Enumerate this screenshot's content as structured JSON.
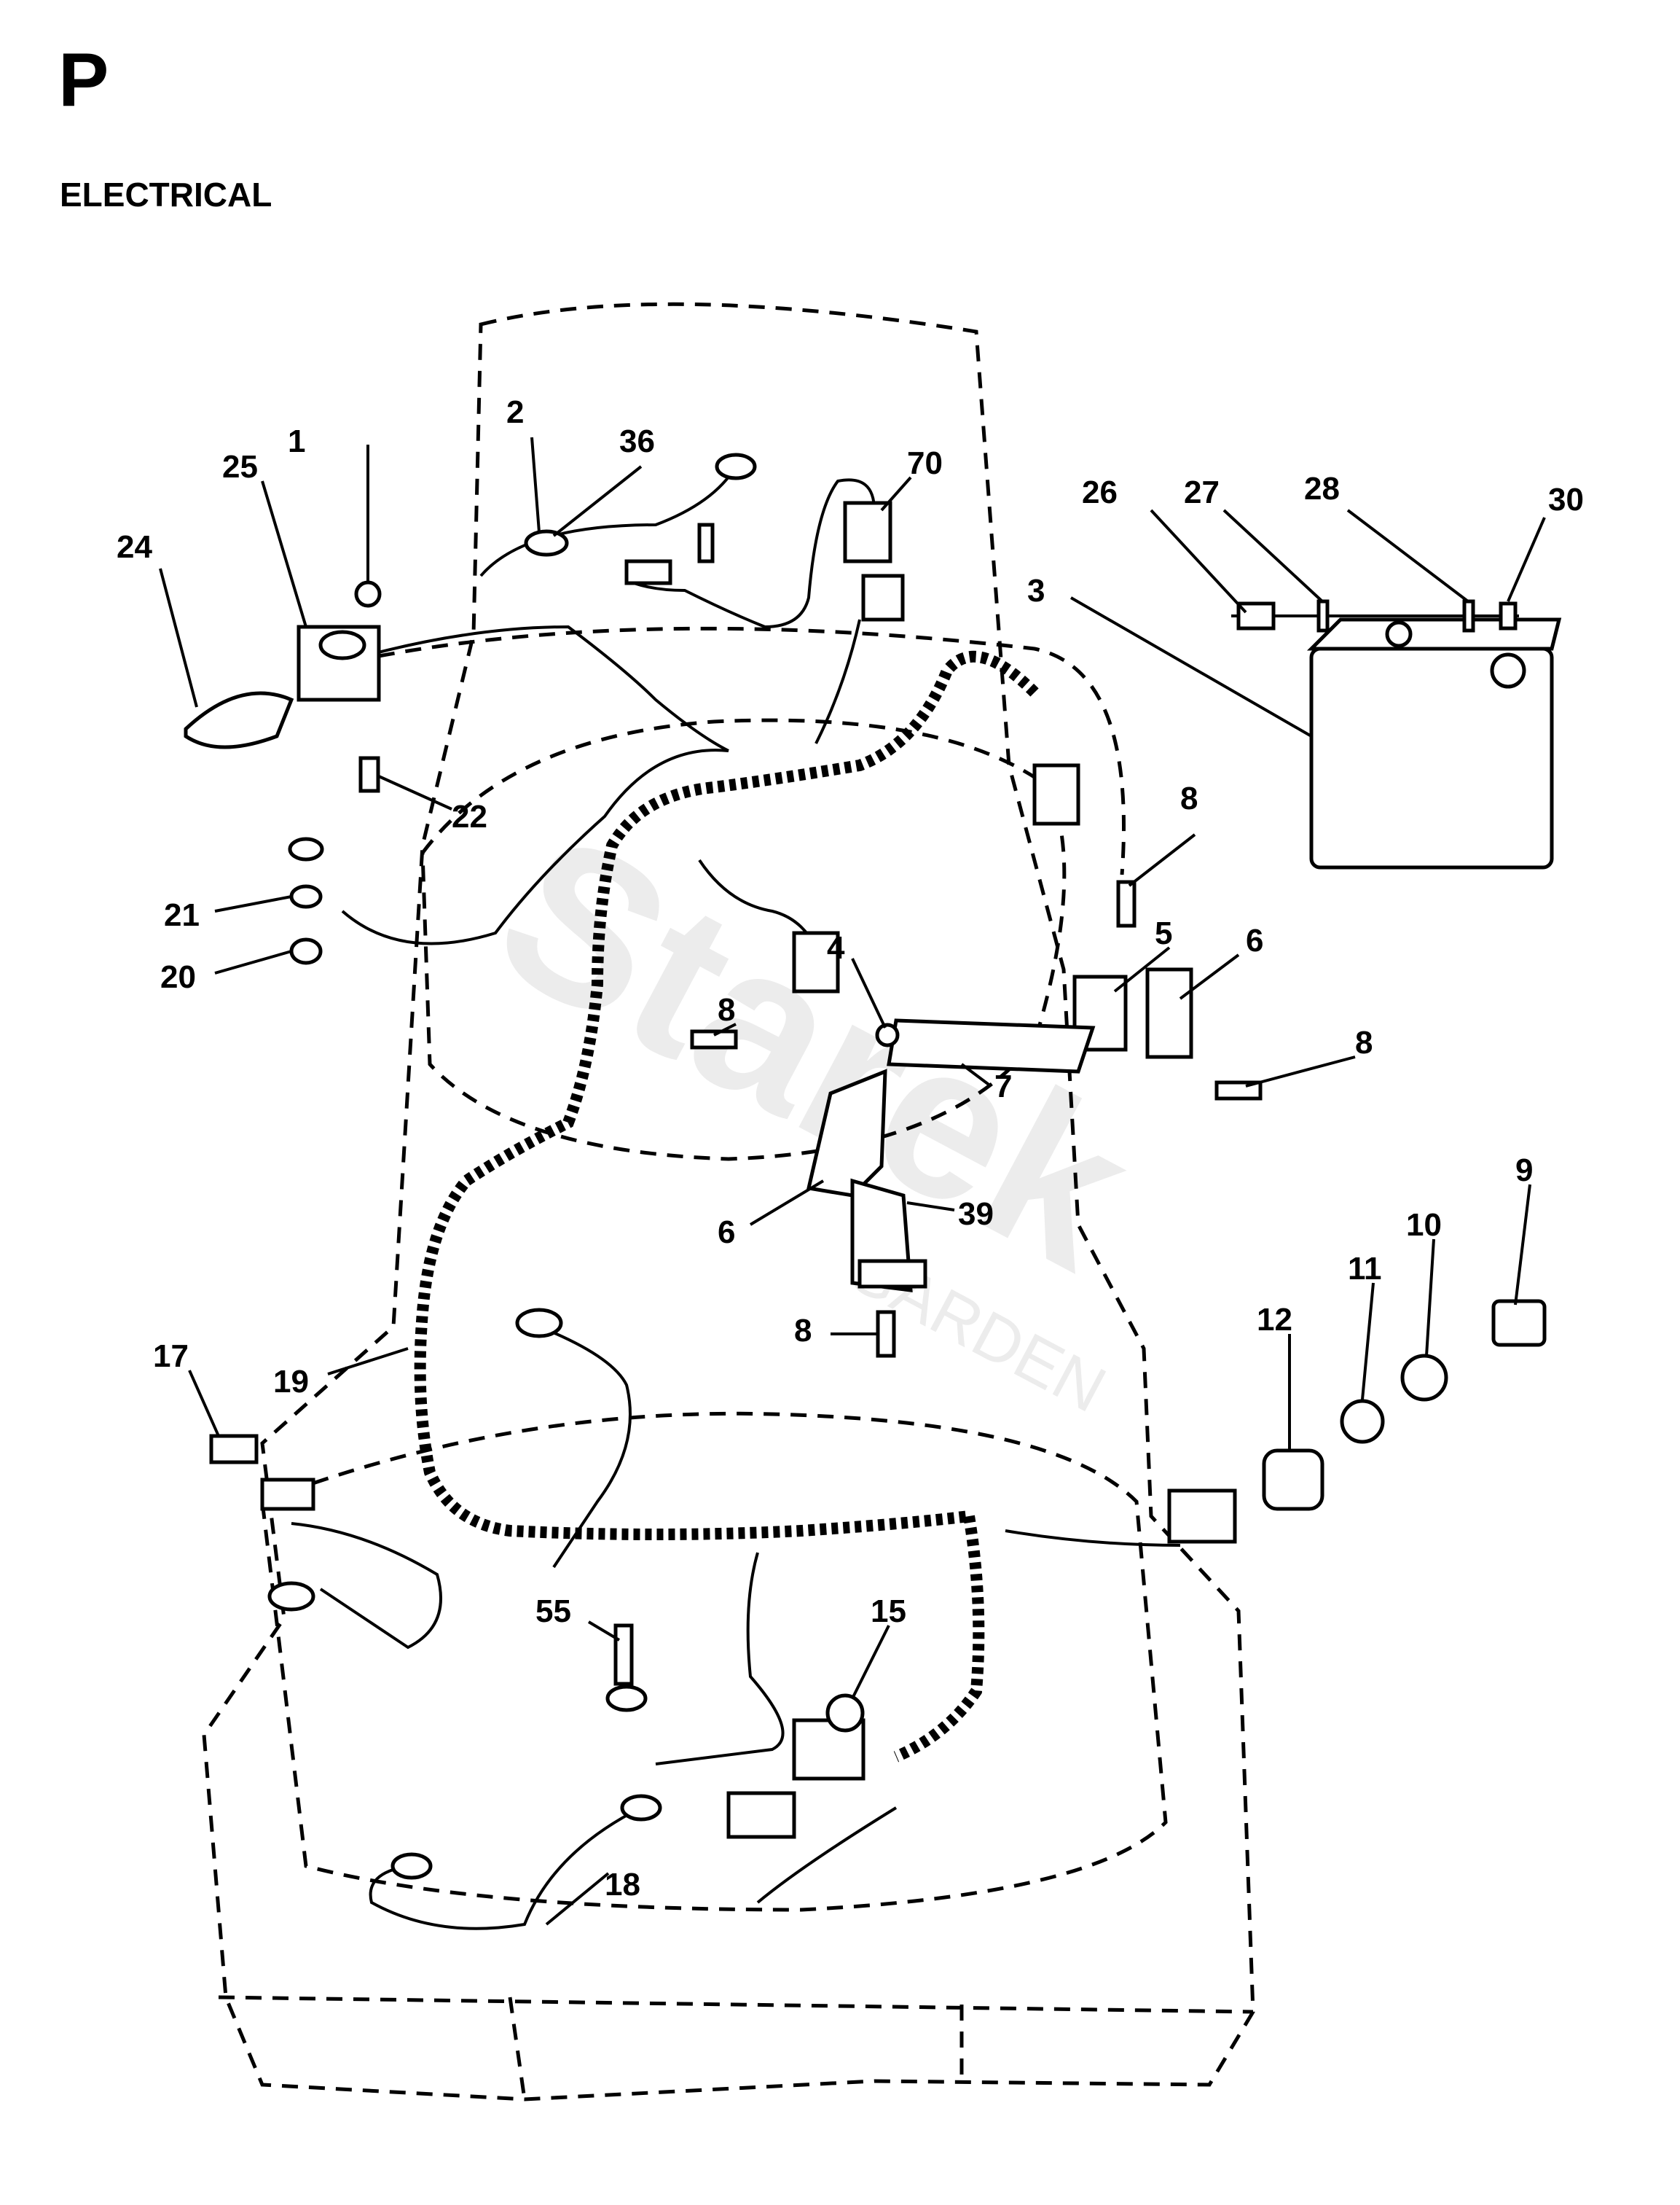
{
  "header": {
    "section_letter": "P",
    "title": "ELECTRICAL"
  },
  "watermark": {
    "brand": "Starek",
    "sub": "GARDEN"
  },
  "callouts": [
    "1",
    "2",
    "3",
    "4",
    "5",
    "6",
    "6",
    "7",
    "8",
    "8",
    "8",
    "8",
    "9",
    "10",
    "11",
    "12",
    "15",
    "17",
    "18",
    "19",
    "20",
    "21",
    "22",
    "24",
    "25",
    "26",
    "27",
    "28",
    "30",
    "36",
    "39",
    "55",
    "70"
  ],
  "colors": {
    "line": "#000000",
    "background": "#ffffff",
    "watermark": "#ececec"
  }
}
